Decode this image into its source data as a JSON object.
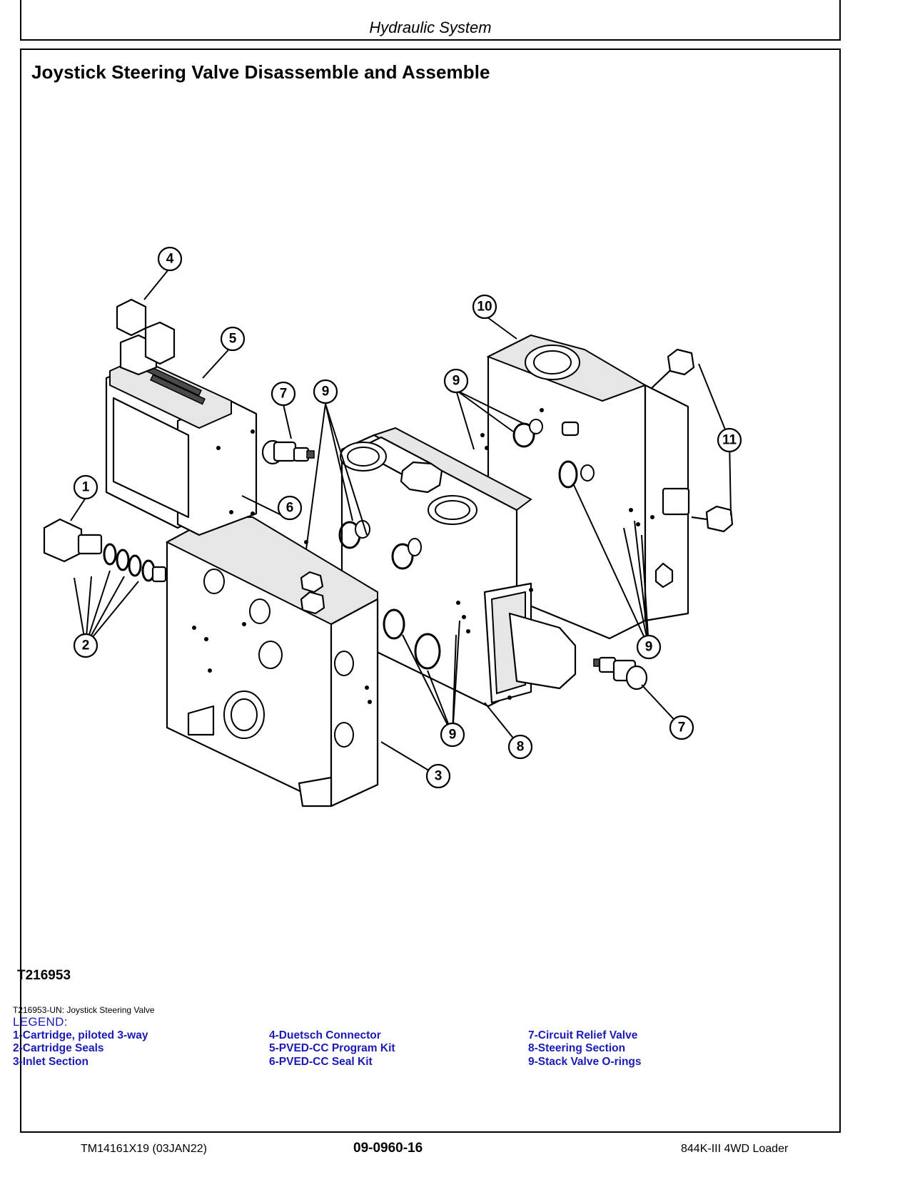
{
  "header": {
    "section_title": "Hydraulic System"
  },
  "page": {
    "title": "Joystick Steering Valve Disassemble and Assemble"
  },
  "figure": {
    "id": "T216953",
    "caption": "T216953-UN: Joystick Steering Valve",
    "callouts": {
      "c1": "1",
      "c2": "2",
      "c3": "3",
      "c4": "4",
      "c5": "5",
      "c6": "6",
      "c7a": "7",
      "c7b": "7",
      "c8": "8",
      "c9a": "9",
      "c9b": "9",
      "c9c": "9",
      "c9d": "9",
      "c10": "10",
      "c11": "11"
    }
  },
  "legend": {
    "heading": "LEGEND:",
    "columns": [
      [
        "1-Cartridge, piloted 3-way",
        "2-Cartridge Seals",
        "3-Inlet Section"
      ],
      [
        "4-Duetsch Connector",
        "5-PVED-CC Program Kit",
        "6-PVED-CC Seal Kit"
      ],
      [
        "7-Circuit Relief Valve",
        "8-Steering Section",
        "9-Stack Valve O-rings"
      ]
    ]
  },
  "footer": {
    "doc_id": "TM14161X19 (03JAN22)",
    "page_number": "09-0960-16",
    "model": "844K-III 4WD Loader"
  }
}
